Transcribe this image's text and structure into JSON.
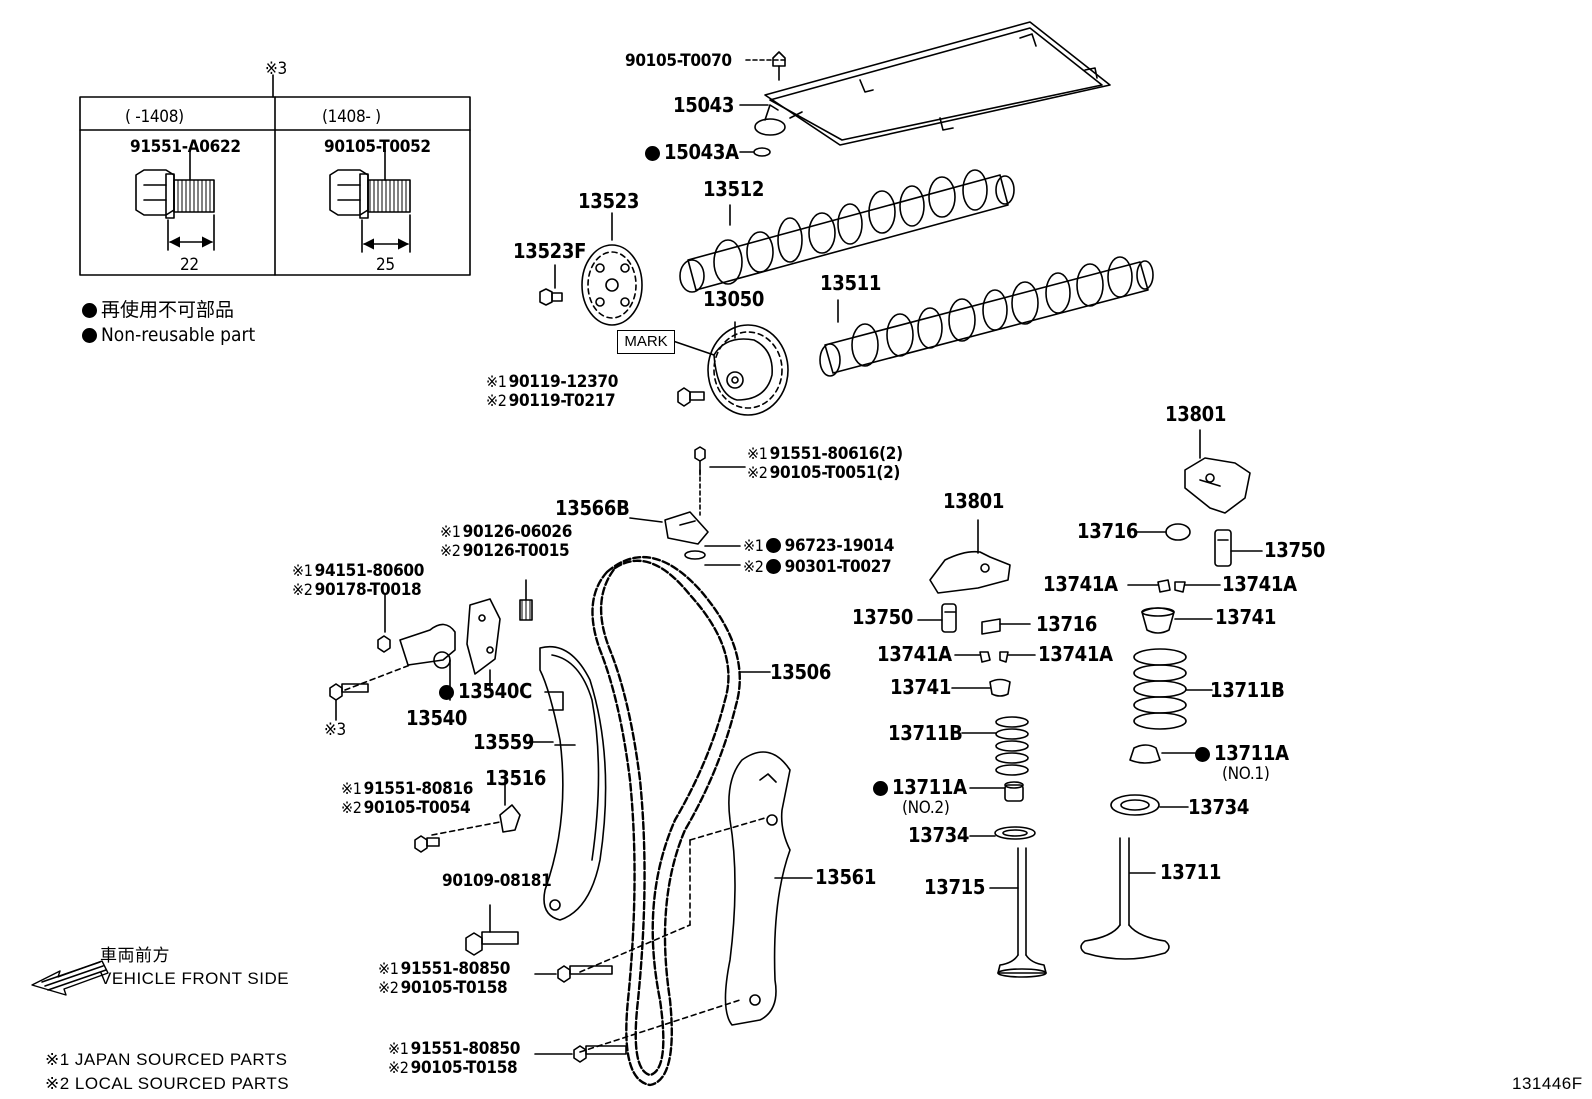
{
  "inset": {
    "header_ref": "※3",
    "col1_header": "(      -1408)",
    "col2_header": "(1408-       )",
    "col1_part": "91551-A0622",
    "col2_part": "90105-T0052",
    "col1_dim": "22",
    "col2_dim": "25"
  },
  "legend": {
    "jp": "再使用不可部品",
    "en": "Non-reusable part"
  },
  "labels": {
    "p90105_T0070": "90105-T0070",
    "p15043": "15043",
    "p15043A": "15043A",
    "p13523": "13523",
    "p13512": "13512",
    "p13523F": "13523F",
    "p13511": "13511",
    "p13050": "13050",
    "mark": "MARK",
    "b13050_1": "90119-12370",
    "b13050_2": "90119-T0217",
    "p13801_a": "13801",
    "b13566_1": "91551-80616(2)",
    "b13566_2": "90105-T0051(2)",
    "p13566B": "13566B",
    "w13566_1": "96723-19014",
    "w13566_2": "90301-T0027",
    "s13540_1": "90126-06026",
    "s13540_2": "90126-T0015",
    "n13540_1": "94151-80600",
    "n13540_2": "90178-T0018",
    "p13801_b": "13801",
    "p13716_a": "13716",
    "p13750_a": "13750",
    "p13741A_a": "13741A",
    "p13741A_b": "13741A",
    "p13750_b": "13750",
    "p13716_b": "13716",
    "p13741_a": "13741",
    "p13741A_c": "13741A",
    "p13741A_d": "13741A",
    "p13506": "13506",
    "p13741_b": "13741",
    "p13711B_a": "13711B",
    "p13540C": "13540C",
    "p13540": "13540",
    "ref3": "※3",
    "p13559": "13559",
    "p13711B_b": "13711B",
    "p13711A_a": "13711A",
    "no1": "(NO.1)",
    "p13516": "13516",
    "b13516_1": "91551-80816",
    "b13516_2": "90105-T0054",
    "p13711A_b": "13711A",
    "no2": "(NO.2)",
    "p13734_a": "13734",
    "p13734_b": "13734",
    "p13561": "13561",
    "p13711": "13711",
    "p13715": "13715",
    "p90109": "90109-08181",
    "front_jp": "車両前方",
    "front_en": "VEHICLE FRONT SIDE",
    "b13561_1": "91551-80850",
    "b13561_2": "90105-T0158",
    "b13559_1": "91551-80850",
    "b13559_2": "90105-T0158",
    "footnote1": "※1 JAPAN SOURCED PARTS",
    "footnote2": "※2 LOCAL SOURCED PARTS",
    "figure_id": "131446F",
    "r1": "※1",
    "r2": "※2"
  },
  "colors": {
    "ink": "#000000",
    "paper": "#ffffff"
  }
}
